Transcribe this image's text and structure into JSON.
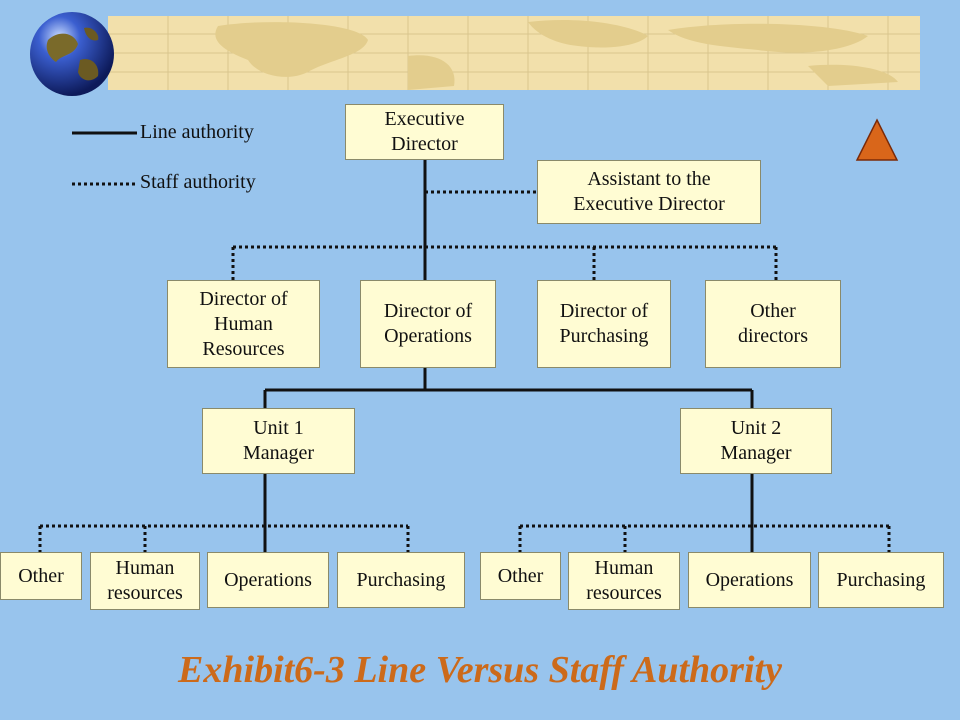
{
  "legend": {
    "line": "Line authority",
    "staff": "Staff authority"
  },
  "nodes": {
    "exec": "Executive\nDirector",
    "assistant": "Assistant to the\nExecutive Director",
    "dir_hr": "Director of\nHuman\nResources",
    "dir_ops": "Director of\nOperations",
    "dir_pur": "Director of\nPurchasing",
    "other_dir": "Other\ndirectors",
    "unit1": "Unit 1\nManager",
    "unit2": "Unit 2\nManager",
    "u1_other": "Other",
    "u1_hr": "Human\nresources",
    "u1_ops": "Operations",
    "u1_pur": "Purchasing",
    "u2_other": "Other",
    "u2_hr": "Human\nresources",
    "u2_ops": "Operations",
    "u2_pur": "Purchasing"
  },
  "title": "Exhibit6-3 Line Versus Staff Authority",
  "colors": {
    "background": "#98c4ed",
    "box_fill": "#fffcd3",
    "title": "#cc6a1a",
    "banner": "#f2e0ab",
    "nav_triangle": "#d9661a"
  },
  "icons": {
    "globe": "globe-icon",
    "nav": "triangle-up-icon"
  }
}
